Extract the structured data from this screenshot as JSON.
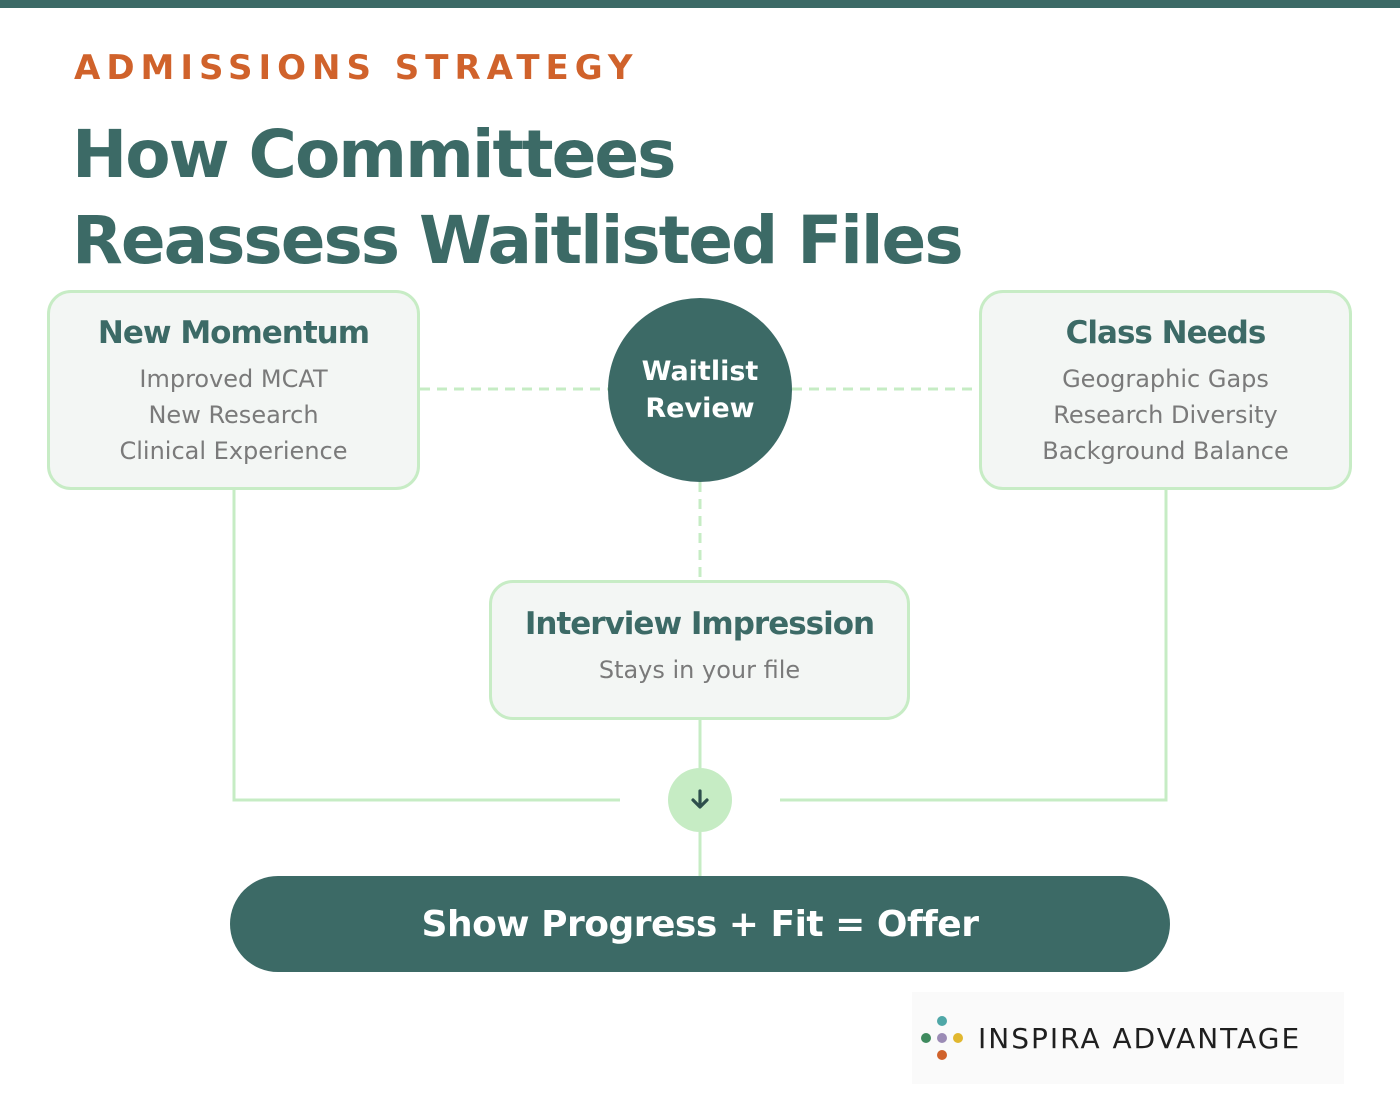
{
  "header": {
    "eyebrow": "ADMISSIONS STRATEGY",
    "title_line_1": "How Committees",
    "title_line_2": "Reassess Waitlisted Files"
  },
  "hub": {
    "label": "Waitlist Review"
  },
  "cards": {
    "new_momentum": {
      "title": "New Momentum",
      "items": [
        "Improved MCAT",
        "New Research",
        "Clinical Experience"
      ]
    },
    "class_needs": {
      "title": "Class Needs",
      "items": [
        "Geographic Gaps",
        "Research Diversity",
        "Background Balance"
      ]
    },
    "interview_impression": {
      "title": "Interview Impression",
      "subtitle": "Stays in your file"
    }
  },
  "arrow": {
    "icon": "arrow-down-icon"
  },
  "result": {
    "label": "Show Progress + Fit = Offer"
  },
  "brand": {
    "name": "INSPIRA ADVANTAGE",
    "logo_icon": "dot-cluster-icon",
    "logo_colors": [
      "#4fa7a7",
      "#3f8a5e",
      "#9b8bb5",
      "#e1b72f",
      "#d0622b"
    ]
  },
  "colors": {
    "primary": "#3c6a66",
    "accent": "#d0622b",
    "line_green": "#c6ecc4",
    "card_bg": "#f3f6f4",
    "text_grey": "#7a7a7a"
  }
}
